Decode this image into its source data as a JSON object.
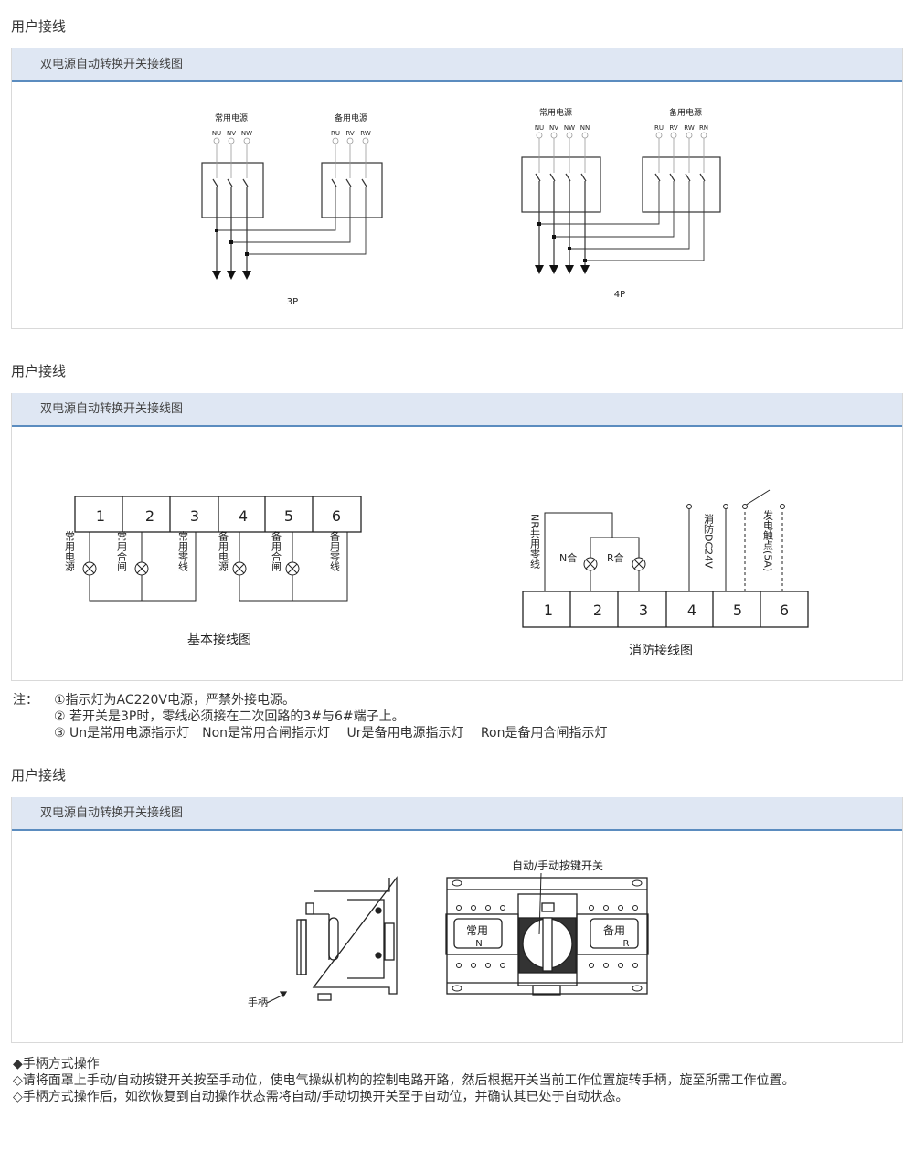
{
  "sections": [
    {
      "title": "用户接线",
      "panel_title": "双电源自动转换开关接线图"
    },
    {
      "title": "用户接线",
      "panel_title": "双电源自动转换开关接线图"
    },
    {
      "title": "用户接线",
      "panel_title": "双电源自动转换开关接线图"
    }
  ],
  "d3p": {
    "normal": "常用电源",
    "backup": "备用电源",
    "n": [
      "NU",
      "NV",
      "NW"
    ],
    "r": [
      "RU",
      "RV",
      "RW"
    ],
    "caption": "3P"
  },
  "d4p": {
    "normal": "常用电源",
    "backup": "备用电源",
    "n": [
      "NU",
      "NV",
      "NW",
      "NN"
    ],
    "r": [
      "RU",
      "RV",
      "RW",
      "RN"
    ],
    "caption": "4P"
  },
  "basic": {
    "terminals": [
      "1",
      "2",
      "3",
      "4",
      "5",
      "6"
    ],
    "labels": [
      "常用电源",
      "常用合闸",
      "常用零线",
      "备用电源",
      "备用合闸",
      "备用零线"
    ],
    "caption": "基本接线图"
  },
  "fire": {
    "terminals": [
      "1",
      "2",
      "3",
      "4",
      "5",
      "6"
    ],
    "nr": "NR共用零线",
    "n_close": "N合",
    "r_close": "R合",
    "dc": "消防DC24V",
    "gen": "发电触点(5A)",
    "caption": "消防接线图"
  },
  "notes": {
    "label": "注：",
    "items": [
      "①指示灯为AC220V电源，严禁外接电源。",
      "② 若开关是3P时，零线必须接在二次回路的3#与6#端子上。",
      "③ Un是常用电源指示灯　Non是常用合闸指示灯　 Ur是备用电源指示灯　 Ron是备用合闸指示灯"
    ]
  },
  "device": {
    "switch_label": "自动/手动按键开关",
    "normal": "常用",
    "normal_sub": "N",
    "backup": "备用",
    "backup_sub": "R",
    "handle": "手柄"
  },
  "ops": {
    "heading": "◆手柄方式操作",
    "items": [
      "◇请将面罩上手动/自动按键开关按至手动位，使电气操纵机构的控制电路开路，然后根据开关当前工作位置旋转手柄，旋至所需工作位置。",
      "◇手柄方式操作后，如欲恢复到自动操作状态需将自动/手动切换开关至于自动位，并确认其已处于自动状态。"
    ]
  }
}
